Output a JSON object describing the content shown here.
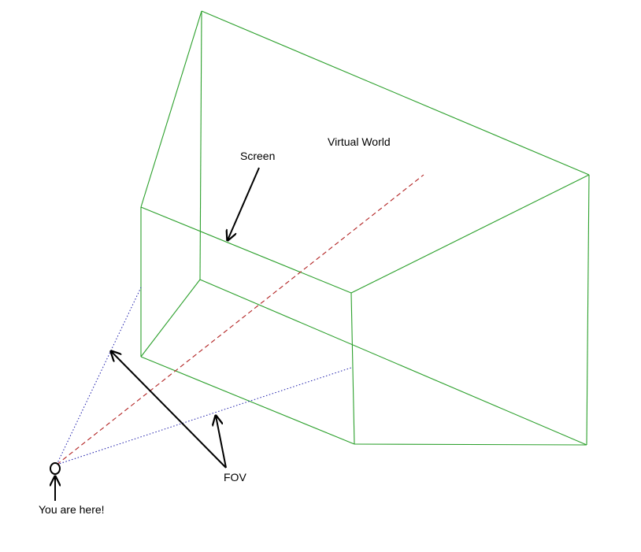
{
  "labels": {
    "virtual_world": "Virtual World",
    "screen": "Screen",
    "fov": "FOV",
    "you_are_here": "You are here!"
  },
  "colors": {
    "frustum": "#2ca02c",
    "center_ray": "#b22222",
    "fov_lines": "#1a1aaa",
    "arrows": "#000000",
    "text": "#000000"
  }
}
